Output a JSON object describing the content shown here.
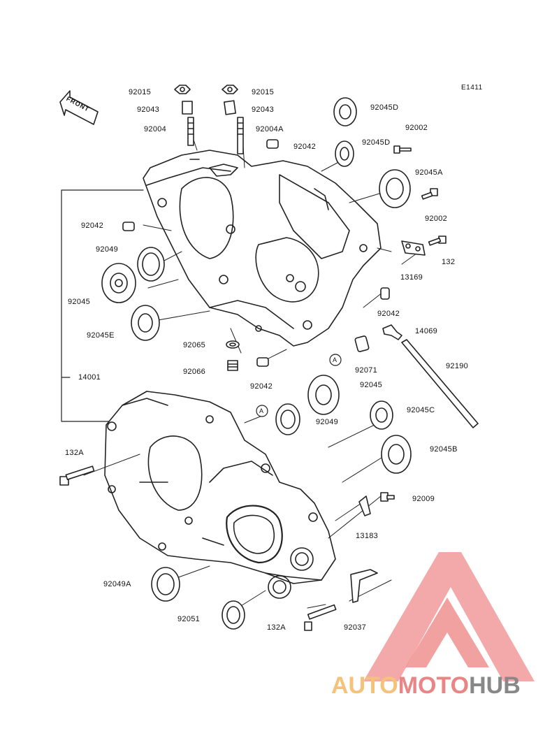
{
  "diagram": {
    "code": "E1411",
    "front_label": "FRONT",
    "watermark": {
      "part1": "AUTO",
      "part2": "MOTO",
      "part3": "HUB"
    },
    "callout_markers": [
      "A",
      "A"
    ],
    "labels": [
      {
        "id": "l1",
        "text": "92015"
      },
      {
        "id": "l2",
        "text": "92015"
      },
      {
        "id": "l3",
        "text": "92043"
      },
      {
        "id": "l4",
        "text": "92043"
      },
      {
        "id": "l5",
        "text": "92004"
      },
      {
        "id": "l6",
        "text": "92004A"
      },
      {
        "id": "l7",
        "text": "92042"
      },
      {
        "id": "l8",
        "text": "92045D"
      },
      {
        "id": "l9",
        "text": "92002"
      },
      {
        "id": "l10",
        "text": "92045D"
      },
      {
        "id": "l11",
        "text": "92045A"
      },
      {
        "id": "l12",
        "text": "92002"
      },
      {
        "id": "l13",
        "text": "132"
      },
      {
        "id": "l14",
        "text": "13169"
      },
      {
        "id": "l15",
        "text": "92042"
      },
      {
        "id": "l16",
        "text": "92049"
      },
      {
        "id": "l17",
        "text": "92045"
      },
      {
        "id": "l18",
        "text": "92045E"
      },
      {
        "id": "l19",
        "text": "92065"
      },
      {
        "id": "l20",
        "text": "92066"
      },
      {
        "id": "l21",
        "text": "92042"
      },
      {
        "id": "l22",
        "text": "92042"
      },
      {
        "id": "l23",
        "text": "14069"
      },
      {
        "id": "l24",
        "text": "92190"
      },
      {
        "id": "l25",
        "text": "92071"
      },
      {
        "id": "l26",
        "text": "92045"
      },
      {
        "id": "l27",
        "text": "92049"
      },
      {
        "id": "l28",
        "text": "14001"
      },
      {
        "id": "l29",
        "text": "92045C"
      },
      {
        "id": "l30",
        "text": "132A"
      },
      {
        "id": "l31",
        "text": "92045B"
      },
      {
        "id": "l32",
        "text": "92009"
      },
      {
        "id": "l33",
        "text": "13183"
      },
      {
        "id": "l34",
        "text": "92049A"
      },
      {
        "id": "l35",
        "text": "92051"
      },
      {
        "id": "l36",
        "text": "132A"
      },
      {
        "id": "l37",
        "text": "92037"
      }
    ]
  }
}
